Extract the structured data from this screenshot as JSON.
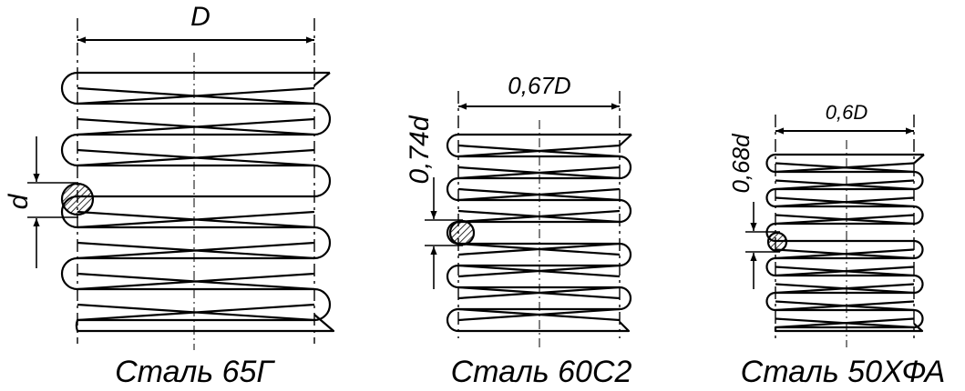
{
  "springs": [
    {
      "caption": "Сталь 65Г",
      "diameter_label": "D",
      "wire_label": "d"
    },
    {
      "caption": "Сталь 60С2",
      "diameter_label": "0,67D",
      "wire_label": "0,74d"
    },
    {
      "caption": "Сталь 50ХФА",
      "diameter_label": "0,6D",
      "wire_label": "0,68d"
    }
  ],
  "colors": {
    "line": "#000000",
    "background": "#ffffff"
  }
}
